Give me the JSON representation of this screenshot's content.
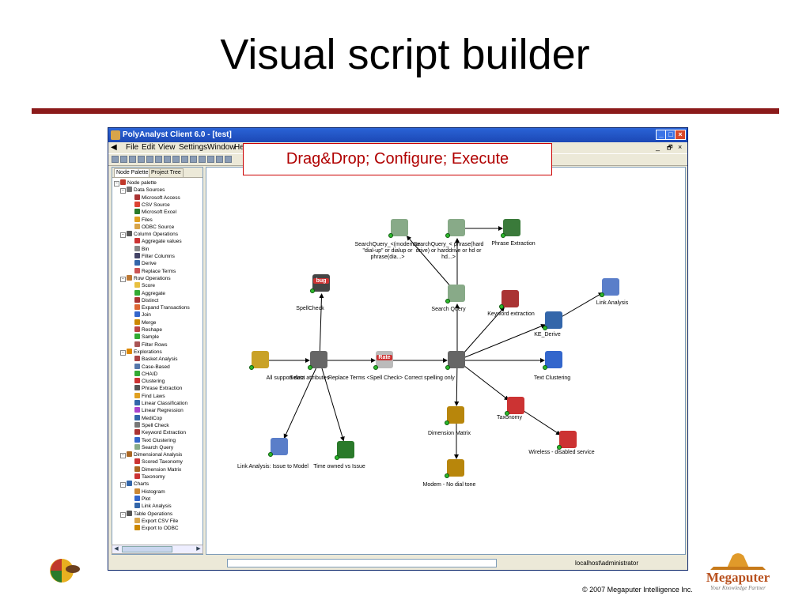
{
  "slide": {
    "title": "Visual script builder",
    "callout": "Drag&Drop; Configure; Execute",
    "copyright": "© 2007 Megaputer Intelligence Inc.",
    "brand": "Megaputer",
    "brand_tagline": "Your Knowledge Partner"
  },
  "window": {
    "title": "PolyAnalyst Client 6.0 - [test]",
    "controls": [
      "_",
      "□",
      "×"
    ],
    "mdi_controls": [
      "_",
      "🗗",
      "×"
    ]
  },
  "menu": [
    "File",
    "Edit",
    "View",
    "Settings",
    "Window",
    "He"
  ],
  "palette": {
    "tabs": [
      "Node Palette",
      "Project Tree"
    ],
    "tree": [
      {
        "label": "Node palette",
        "level": 0,
        "expand": "−",
        "color": "#c0392b"
      },
      {
        "label": "Data Sources",
        "level": 1,
        "expand": "−",
        "color": "#777"
      },
      {
        "label": "Microsoft Access",
        "level": 2,
        "color": "#a33"
      },
      {
        "label": "CSV Source",
        "level": 2,
        "color": "#d43"
      },
      {
        "label": "Microsoft Excel",
        "level": 2,
        "color": "#2a7a2a"
      },
      {
        "label": "Files",
        "level": 2,
        "color": "#e0a020"
      },
      {
        "label": "ODBC Source",
        "level": 2,
        "color": "#d9a54a"
      },
      {
        "label": "Column Operations",
        "level": 1,
        "expand": "−",
        "color": "#555"
      },
      {
        "label": "Aggregate values",
        "level": 2,
        "color": "#c33"
      },
      {
        "label": "Bin",
        "level": 2,
        "color": "#888"
      },
      {
        "label": "Filter Columns",
        "level": 2,
        "color": "#446"
      },
      {
        "label": "Derive",
        "level": 2,
        "color": "#36a"
      },
      {
        "label": "Replace Terms",
        "level": 2,
        "color": "#c55"
      },
      {
        "label": "Row Operations",
        "level": 1,
        "expand": "−",
        "color": "#b73"
      },
      {
        "label": "Score",
        "level": 2,
        "color": "#e8c040"
      },
      {
        "label": "Aggregate",
        "level": 2,
        "color": "#3a3"
      },
      {
        "label": "Distinct",
        "level": 2,
        "color": "#a33"
      },
      {
        "label": "Expand Transactions",
        "level": 2,
        "color": "#d63"
      },
      {
        "label": "Join",
        "level": 2,
        "color": "#36c"
      },
      {
        "label": "Merge",
        "level": 2,
        "color": "#c80"
      },
      {
        "label": "Reshape",
        "level": 2,
        "color": "#b44"
      },
      {
        "label": "Sample",
        "level": 2,
        "color": "#3a3"
      },
      {
        "label": "Filter Rows",
        "level": 2,
        "color": "#a55"
      },
      {
        "label": "Explorations",
        "level": 1,
        "expand": "−",
        "color": "#d80"
      },
      {
        "label": "Basket Analysis",
        "level": 2,
        "color": "#a44"
      },
      {
        "label": "Case-Based",
        "level": 2,
        "color": "#57a"
      },
      {
        "label": "CHAID",
        "level": 2,
        "color": "#3a3"
      },
      {
        "label": "Clustering",
        "level": 2,
        "color": "#c33"
      },
      {
        "label": "Phrase Extraction",
        "level": 2,
        "color": "#555"
      },
      {
        "label": "Find Laws",
        "level": 2,
        "color": "#e0a020"
      },
      {
        "label": "Linear Classification",
        "level": 2,
        "color": "#36a"
      },
      {
        "label": "Linear Regression",
        "level": 2,
        "color": "#a4c"
      },
      {
        "label": "MediCop",
        "level": 2,
        "color": "#36a"
      },
      {
        "label": "Spell Check",
        "level": 2,
        "color": "#777"
      },
      {
        "label": "Keyword Extraction",
        "level": 2,
        "color": "#a33"
      },
      {
        "label": "Text Clustering",
        "level": 2,
        "color": "#36c"
      },
      {
        "label": "Search Query",
        "level": 2,
        "color": "#8a8"
      },
      {
        "label": "Dimensional Analysis",
        "level": 1,
        "expand": "−",
        "color": "#a62"
      },
      {
        "label": "Scored Taxonomy",
        "level": 2,
        "color": "#c33"
      },
      {
        "label": "Dimension Matrix",
        "level": 2,
        "color": "#a62"
      },
      {
        "label": "Taxonomy",
        "level": 2,
        "color": "#c33"
      },
      {
        "label": "Charts",
        "level": 1,
        "expand": "−",
        "color": "#36a"
      },
      {
        "label": "Histogram",
        "level": 2,
        "color": "#c83"
      },
      {
        "label": "Plot",
        "level": 2,
        "color": "#36c"
      },
      {
        "label": "Link Analysis",
        "level": 2,
        "color": "#36a"
      },
      {
        "label": "Table Operations",
        "level": 1,
        "expand": "−",
        "color": "#555"
      },
      {
        "label": "Export CSV File",
        "level": 2,
        "color": "#d9a54a"
      },
      {
        "label": "Export to ODBC",
        "level": 2,
        "color": "#c80"
      }
    ]
  },
  "canvas": {
    "nodes": [
      {
        "id": "all-support-data",
        "label": "All support data",
        "icon": "csv-icon"
      },
      {
        "id": "select-attributes",
        "label": "Select attributes",
        "icon": "filter-columns-icon"
      },
      {
        "id": "replace-terms",
        "label": "Replace Terms <Spell Check>",
        "icon": "replace-terms-icon",
        "badge": "Rate"
      },
      {
        "id": "correct-spelling",
        "label": "Correct spelling only",
        "icon": "filter-columns-icon"
      },
      {
        "id": "spell-check",
        "label": "SpellCheck",
        "icon": "spell-check-icon",
        "badge": "bug"
      },
      {
        "id": "search-query-main",
        "label": "Search Query",
        "icon": "search-query-icon"
      },
      {
        "id": "search-query-modem",
        "label": "SearchQuery_<(modem or \"dial-up\" or dialup or phrase(dia...>",
        "icon": "search-query-icon"
      },
      {
        "id": "search-query-hard",
        "label": "SearchQuery_< phrase(hard drive) or harddrive or hd or hd...>",
        "icon": "search-query-icon"
      },
      {
        "id": "phrase-extraction",
        "label": "Phrase Extraction",
        "icon": "phrase-extraction-icon"
      },
      {
        "id": "keyword-extraction",
        "label": "Keyword extraction",
        "icon": "keyword-extraction-icon"
      },
      {
        "id": "ke-derive",
        "label": "KE_Derive",
        "icon": "derive-icon"
      },
      {
        "id": "link-analysis-top",
        "label": "Link Analysis",
        "icon": "link-analysis-icon"
      },
      {
        "id": "text-clustering",
        "label": "Text Clustering",
        "icon": "text-clustering-icon"
      },
      {
        "id": "taxonomy",
        "label": "Taxonomy",
        "icon": "taxonomy-icon"
      },
      {
        "id": "wireless",
        "label": "Wireless - disabled service",
        "icon": "taxonomy-icon"
      },
      {
        "id": "dimension-matrix",
        "label": "Dimension Matrix",
        "icon": "dimension-matrix-icon"
      },
      {
        "id": "modem-no-dial",
        "label": "Modem - No dial tone",
        "icon": "dimension-matrix-icon"
      },
      {
        "id": "link-analysis-issue",
        "label": "Link Analysis: Issue to Model",
        "icon": "link-analysis-icon"
      },
      {
        "id": "time-owned",
        "label": "Time owned vs Issue",
        "icon": "histogram-icon"
      }
    ]
  },
  "status": {
    "field": "",
    "user": "localhost\\administrator"
  },
  "colors": {
    "title_rule": "#8b1a1a",
    "callout_text": "#b00000",
    "titlebar": "#1c48b5",
    "brand": "#b8511f"
  }
}
